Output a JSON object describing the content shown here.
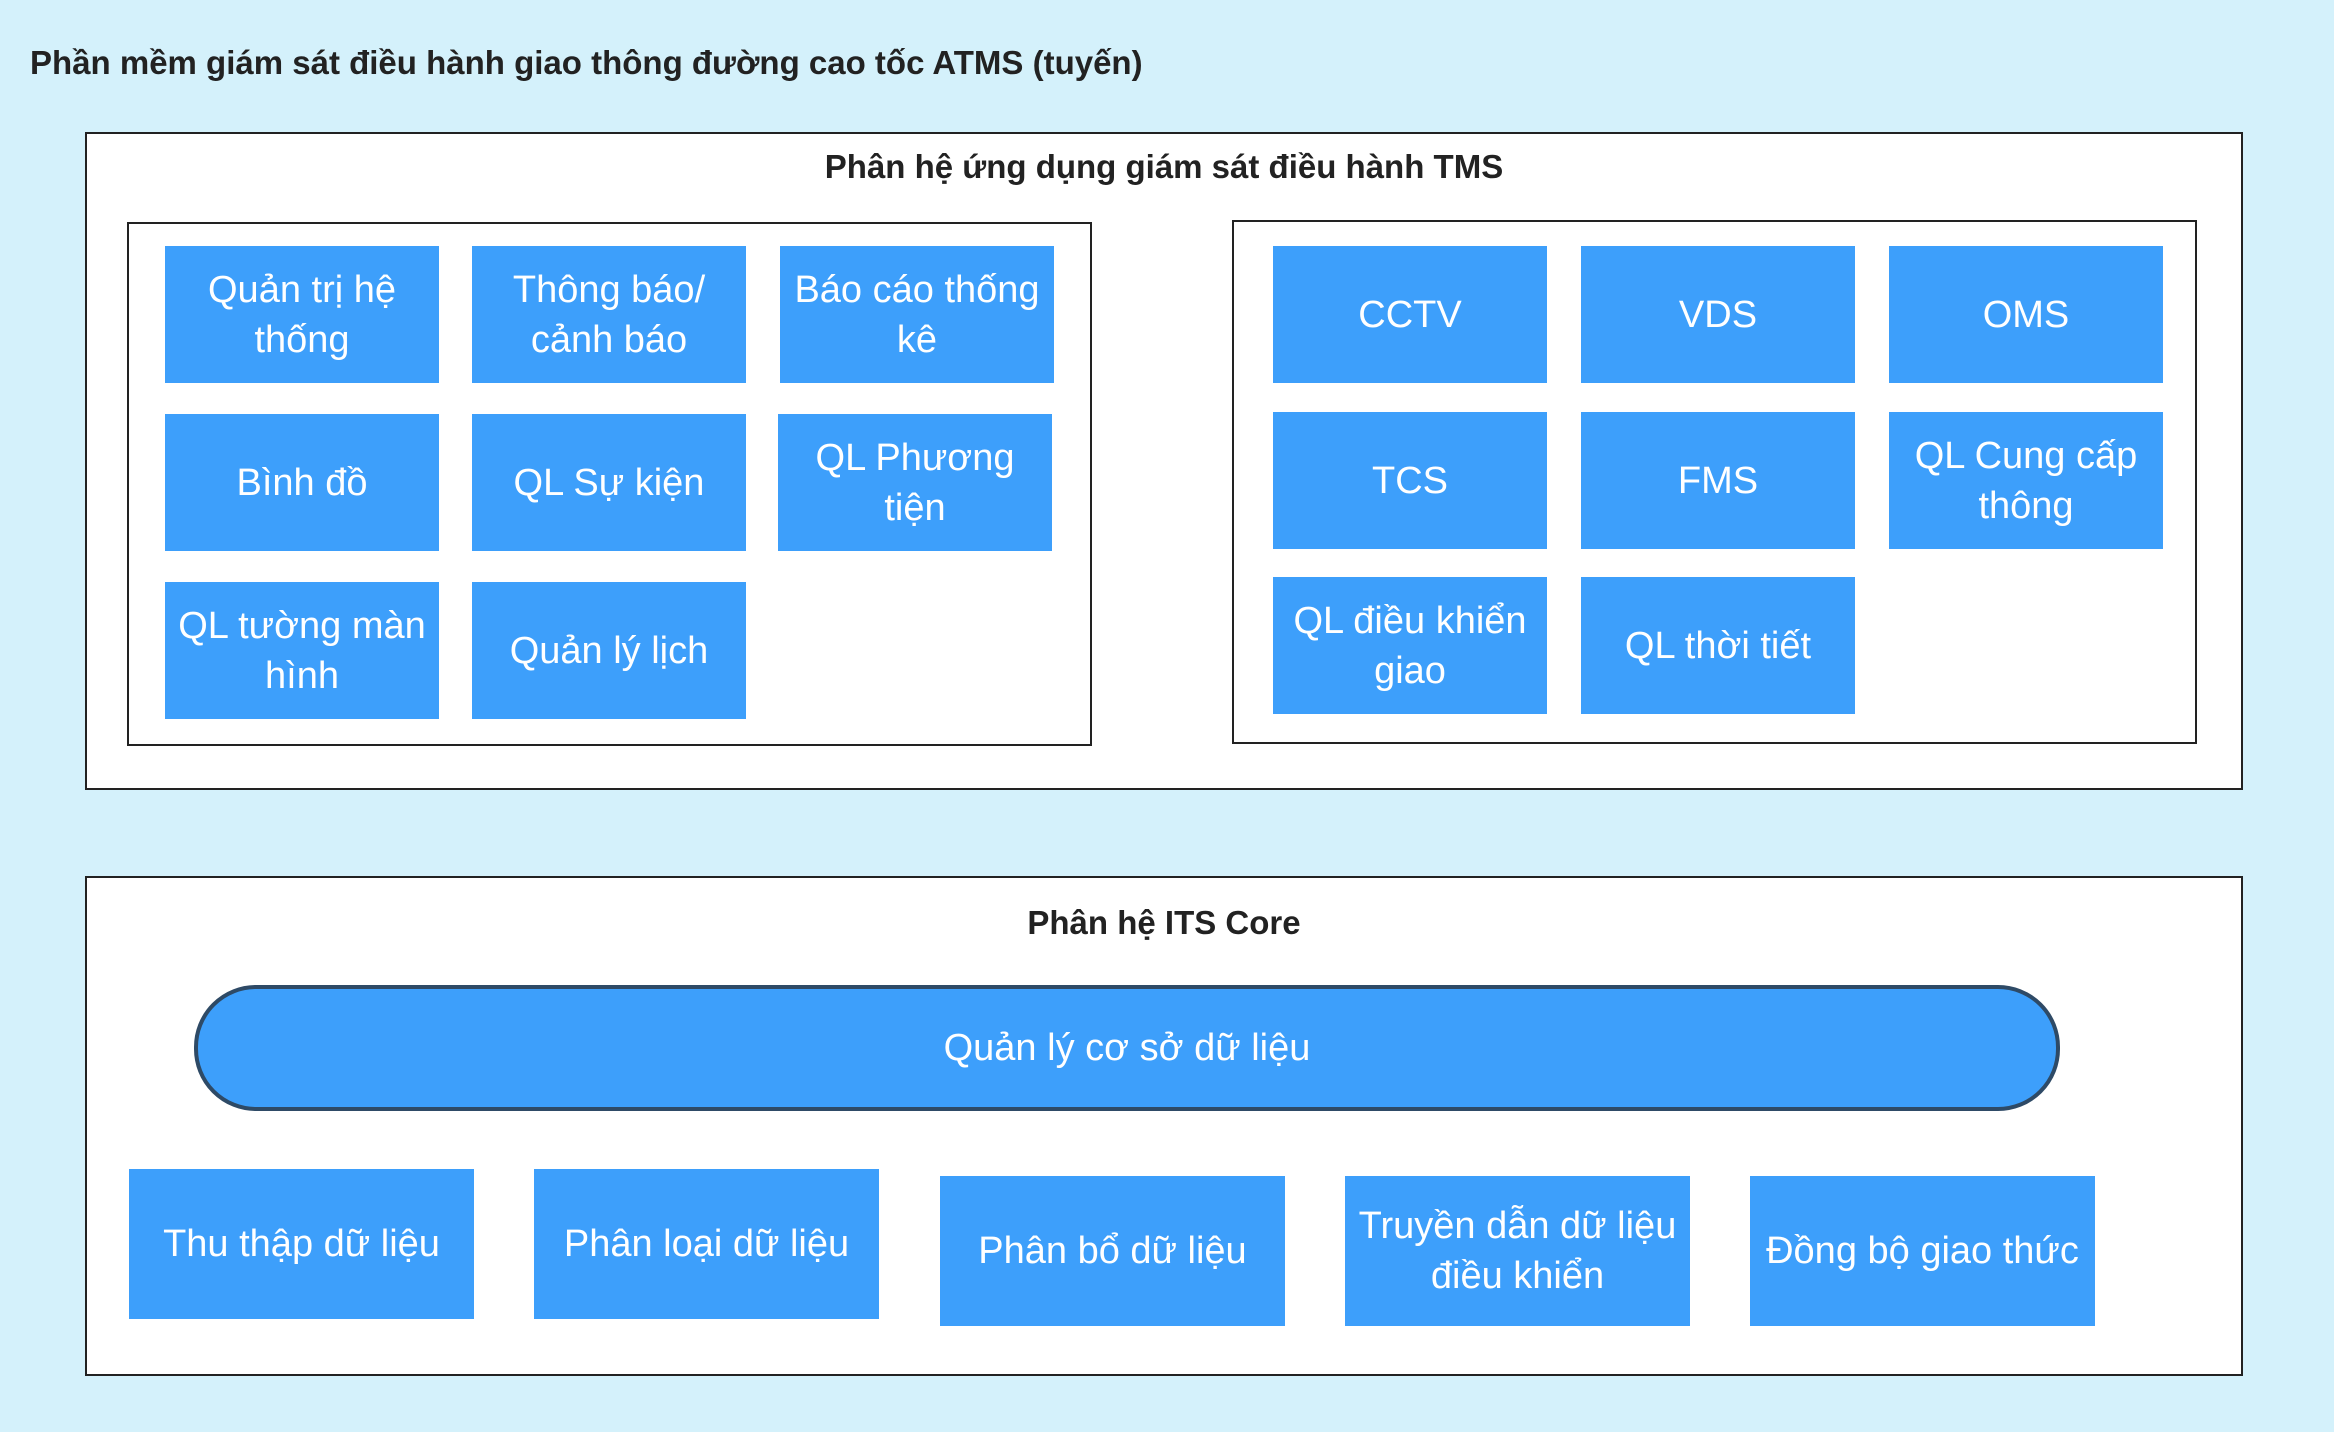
{
  "title": "Phần mềm giám sát  điều hành giao thông đường cao tốc ATMS (tuyến)",
  "tms": {
    "heading": "Phân hệ ứng dụng giám sát điều hành TMS",
    "left_modules": [
      "Quản trị hệ thống",
      "Thông báo/ cảnh báo",
      "Báo cáo thống kê",
      "Bình đồ",
      "QL Sự kiện",
      "QL Phương tiện",
      "QL tường màn hình",
      "Quản lý lịch"
    ],
    "right_modules": [
      "CCTV",
      "VDS",
      "OMS",
      "TCS",
      "FMS",
      "QL Cung cấp thông",
      "QL điều khiển giao",
      "QL thời tiết"
    ]
  },
  "core": {
    "heading": "Phân hệ ITS Core",
    "database": "Quản lý cơ sở dữ liệu",
    "modules": [
      "Thu thập dữ liệu",
      "Phân loại dữ liệu",
      "Phân bổ dữ liệu",
      "Truyền dẫn dữ liệu điều khiển",
      "Đồng bộ giao thức"
    ]
  },
  "colors": {
    "background": "#d4f1fb",
    "module": "#3d9ffb",
    "border": "#222222"
  }
}
